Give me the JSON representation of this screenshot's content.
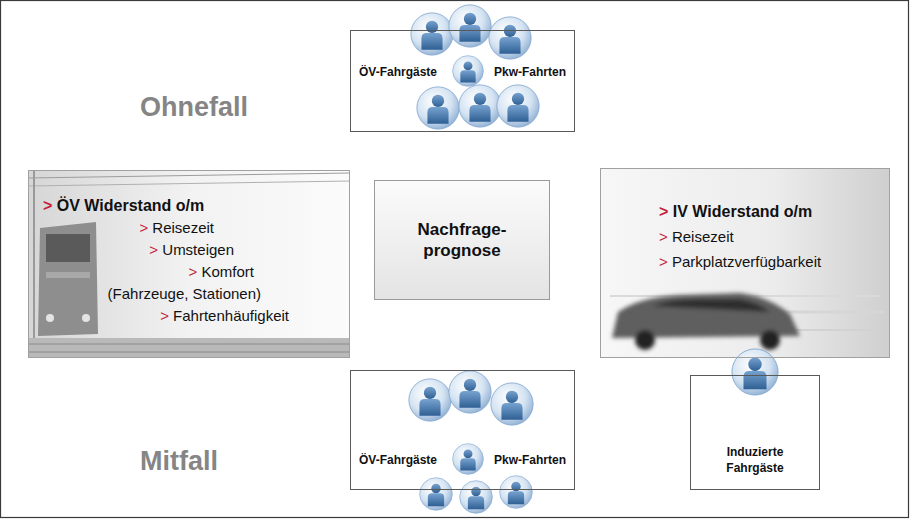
{
  "diagram": {
    "nodes": [
      {
        "text": [
          "ÖV-Fahrgäste",
          "Pkw-Fahrten"
        ]
      },
      {
        "text": [
          "> ÖV Widerstand o/m",
          "> Reisezeit",
          "> Umsteigen",
          "> Komfort",
          "(Fahrzeuge, Stationen)",
          "> Fahrtenhäufigkeit"
        ]
      },
      {
        "text": [
          "Nachfrage- prognose"
        ]
      },
      {
        "text": [
          "> IV Widerstand o/m",
          "> Reisezeit",
          "> Parkplatzverfügbarkeit"
        ]
      },
      {
        "text": [
          "ÖV-Fahrgäste",
          "Pkw-Fahrten"
        ]
      },
      {
        "text": [
          "Induzierte Fahrgäste"
        ]
      }
    ],
    "edges": [
      {
        "from": 0,
        "to": 2,
        "arrow": "none"
      },
      {
        "from": 1,
        "to": 2,
        "arrow": "to"
      },
      {
        "from": 3,
        "to": 2,
        "arrow": "to"
      },
      {
        "from": 2,
        "to": 4,
        "arrow": "none"
      },
      {
        "from": 2,
        "to": 5,
        "arrow": "none"
      }
    ],
    "labels": [
      "Ohnefall",
      "Mitfall"
    ]
  }
}
